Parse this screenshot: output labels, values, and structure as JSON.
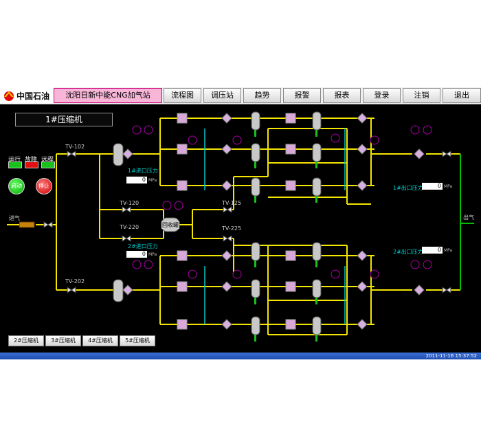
{
  "brand": {
    "logo_text": "中国石油",
    "station_name": "沈阳日新中能CNG加气站"
  },
  "nav": [
    {
      "label": "流程图"
    },
    {
      "label": "调压站"
    },
    {
      "label": "趋势"
    },
    {
      "label": "报警"
    },
    {
      "label": "报表"
    },
    {
      "label": "登录"
    },
    {
      "label": "注销"
    },
    {
      "label": "退出"
    }
  ],
  "panel_title": "1#压缩机",
  "status": {
    "run": "运行",
    "fault": "故障",
    "remote": "远程",
    "start": "启动",
    "stop": "停止"
  },
  "colors": {
    "run_lamp": "#17c21a",
    "fault_lamp": "#e01010",
    "pipe": "#f5e600",
    "pipe_cyan": "#00c8c8",
    "pipe_green": "#00c000"
  },
  "labels": {
    "inlet": "进气",
    "outlet": "出气",
    "recovery": "回收罐",
    "tv102": "TV-102",
    "tv202": "TV-202",
    "tv120": "TV-120",
    "tv220": "TV-220",
    "tv125": "TV-125",
    "tv225": "TV-225"
  },
  "pressures": {
    "in1_label": "1#进口压力",
    "in1_value": "0",
    "in2_label": "2#进口压力",
    "in2_value": "0",
    "out1_label": "1#出口压力",
    "out1_value": "0",
    "out2_label": "2#出口压力",
    "out2_value": "0",
    "unit": "MPa"
  },
  "tabs": [
    {
      "label": "2#压缩机"
    },
    {
      "label": "3#压缩机"
    },
    {
      "label": "4#压缩机"
    },
    {
      "label": "5#压缩机"
    }
  ],
  "datetime": "2011-11-16  15:37:52"
}
